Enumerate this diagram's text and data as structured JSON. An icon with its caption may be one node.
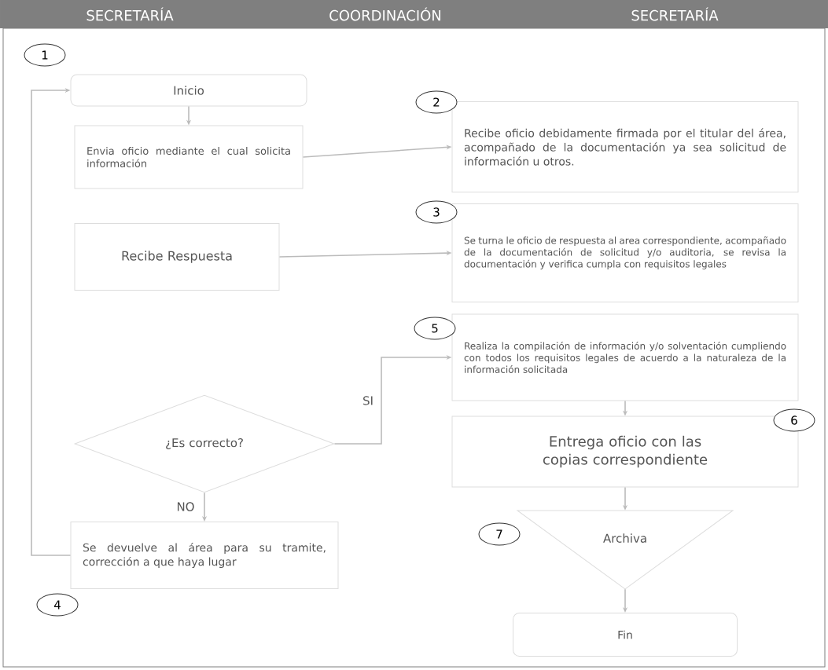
{
  "diagram": {
    "nodes": [
      {
        "text": [
          "Inicio"
        ]
      },
      {
        "text": [
          "Envia oficio mediante el cual solicita información"
        ]
      },
      {
        "text": [
          "Recibe oficio debidamente firmada por el titular del área, acompañado de la documentación ya sea solicitud de información u otros."
        ]
      },
      {
        "text": [
          "Se turna le oficio de respuesta al area correspondiente, acompañado de la documentación de solicitud y/o auditoria, se revisa la documentación y verifica cumpla con requisitos legales"
        ]
      },
      {
        "text": [
          "Recibe Respuesta"
        ]
      },
      {
        "text": [
          "¿Es correcto?"
        ]
      },
      {
        "text": [
          "Se devuelve al área para su tramite, corrección a que haya lugar"
        ]
      },
      {
        "text": [
          "Realiza la compilación de información y/o solventación cumpliendo con todos los requisitos legales de acuerdo a la naturaleza de la información solicitada"
        ]
      },
      {
        "text": [
          "Entrega oficio con las copias correspondiente"
        ]
      },
      {
        "text": [
          "Archiva"
        ]
      },
      {
        "text": [
          "Fin"
        ]
      }
    ],
    "edges": [
      {
        "from": 0,
        "to": 1,
        "arrow": "to"
      },
      {
        "from": 1,
        "to": 2,
        "arrow": "to"
      },
      {
        "from": 4,
        "to": 3,
        "arrow": "to"
      },
      {
        "from": 5,
        "to": 7,
        "arrow": "to",
        "label": "SI"
      },
      {
        "from": 5,
        "to": 6,
        "arrow": "to",
        "label": "NO"
      },
      {
        "from": 6,
        "to": 0,
        "arrow": "to"
      },
      {
        "from": 7,
        "to": 8,
        "arrow": "to"
      },
      {
        "from": 8,
        "to": 9,
        "arrow": "to"
      },
      {
        "from": 9,
        "to": 10,
        "arrow": "to"
      }
    ],
    "labels": [
      "SECRETARÍA",
      "COORDINACIÓN",
      "SECRETARÍA",
      "1",
      "2",
      "3",
      "4",
      "5",
      "6",
      "7"
    ]
  }
}
